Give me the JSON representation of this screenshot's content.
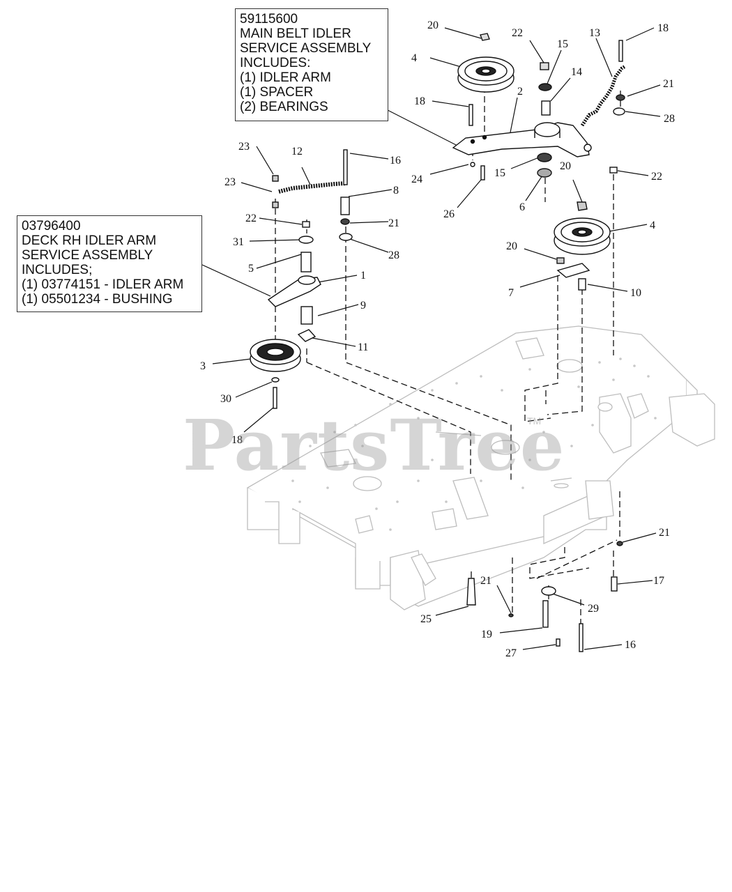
{
  "callouts": {
    "main_belt": {
      "part_number": "59115600",
      "lines": [
        "MAIN BELT IDLER",
        "SERVICE ASSEMBLY",
        "INCLUDES:",
        "(1) IDLER ARM",
        "(1) SPACER",
        "(2) BEARINGS"
      ]
    },
    "deck_rh": {
      "part_number": "03796400",
      "lines": [
        "DECK RH IDLER ARM",
        "SERVICE ASSEMBLY",
        "INCLUDES;",
        "(1) 03774151 - IDLER ARM",
        "(1) 05501234 - BUSHING"
      ]
    }
  },
  "watermark": {
    "text": "PartsTree",
    "tm": "TM"
  },
  "labels": {
    "l1": "1",
    "l2": "2",
    "l3": "3",
    "l4a": "4",
    "l4b": "4",
    "l5": "5",
    "l6": "6",
    "l7": "7",
    "l8": "8",
    "l9": "9",
    "l10": "10",
    "l11": "11",
    "l12": "12",
    "l13": "13",
    "l14": "14",
    "l15a": "15",
    "l15b": "15",
    "l16a": "16",
    "l16b": "16",
    "l17": "17",
    "l18a": "18",
    "l18b": "18",
    "l18c": "18",
    "l19": "19",
    "l20a": "20",
    "l20b": "20",
    "l20c": "20",
    "l21a": "21",
    "l21b": "21",
    "l21c": "21",
    "l21d": "21",
    "l22a": "22",
    "l22b": "22",
    "l22c": "22",
    "l23a": "23",
    "l23b": "23",
    "l24": "24",
    "l25": "25",
    "l26": "26",
    "l27": "27",
    "l28a": "28",
    "l28b": "28",
    "l29": "29",
    "l30": "30",
    "l31": "31"
  }
}
